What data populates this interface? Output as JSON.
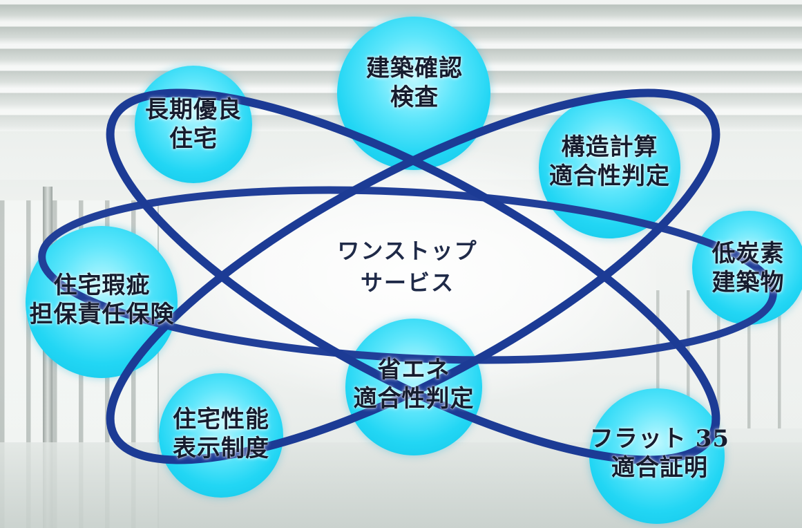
{
  "center": {
    "line1": "ワンストップ",
    "line2": "サービス"
  },
  "services": [
    {
      "id": "building-confirmation",
      "line1": "建築確認",
      "line2": "検査"
    },
    {
      "id": "long-life-housing",
      "line1": "長期優良",
      "line2": "住宅"
    },
    {
      "id": "structural-calc",
      "line1": "構造計算",
      "line2": "適合性判定"
    },
    {
      "id": "low-carbon",
      "line1": "低炭素",
      "line2": "建築物"
    },
    {
      "id": "defect-insurance",
      "line1": "住宅瑕疵",
      "line2": "担保責任保険"
    },
    {
      "id": "energy-saving",
      "line1": "省エネ",
      "line2": "適合性判定"
    },
    {
      "id": "performance-display",
      "line1": "住宅性能",
      "line2": "表示制度"
    },
    {
      "id": "flat35",
      "line1": "フラット 35",
      "line2": "適合証明"
    }
  ],
  "colors": {
    "orbit": "#203f98",
    "bubble": "#22d6f4",
    "text": "#161c2e"
  }
}
